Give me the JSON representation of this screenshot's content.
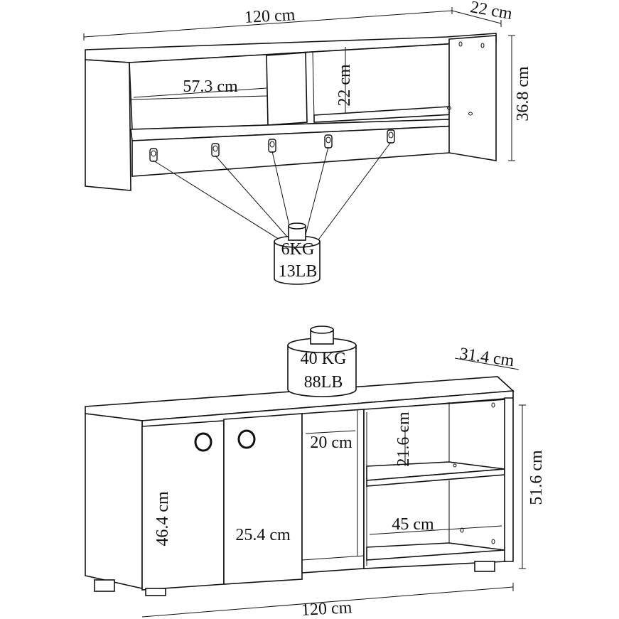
{
  "wall_shelf": {
    "width_label": "120 cm",
    "depth_label": "22 cm",
    "height_label": "36.8 cm",
    "compartment_width_label": "57.3 cm",
    "compartment_height_label": "22 cm",
    "load": {
      "kg": "6KG",
      "lb": "13LB"
    }
  },
  "cabinet": {
    "width_label": "120 cm",
    "depth_label": "31.4 cm",
    "height_label": "51.6 cm",
    "door_height_label": "46.4 cm",
    "door_width_label": "25.4 cm",
    "open_compartment_width_label": "20 cm",
    "shelf_height_label": "21.6 cm",
    "shelf_width_label": "45 cm",
    "load": {
      "kg": "40 KG",
      "lb": "88LB"
    }
  }
}
